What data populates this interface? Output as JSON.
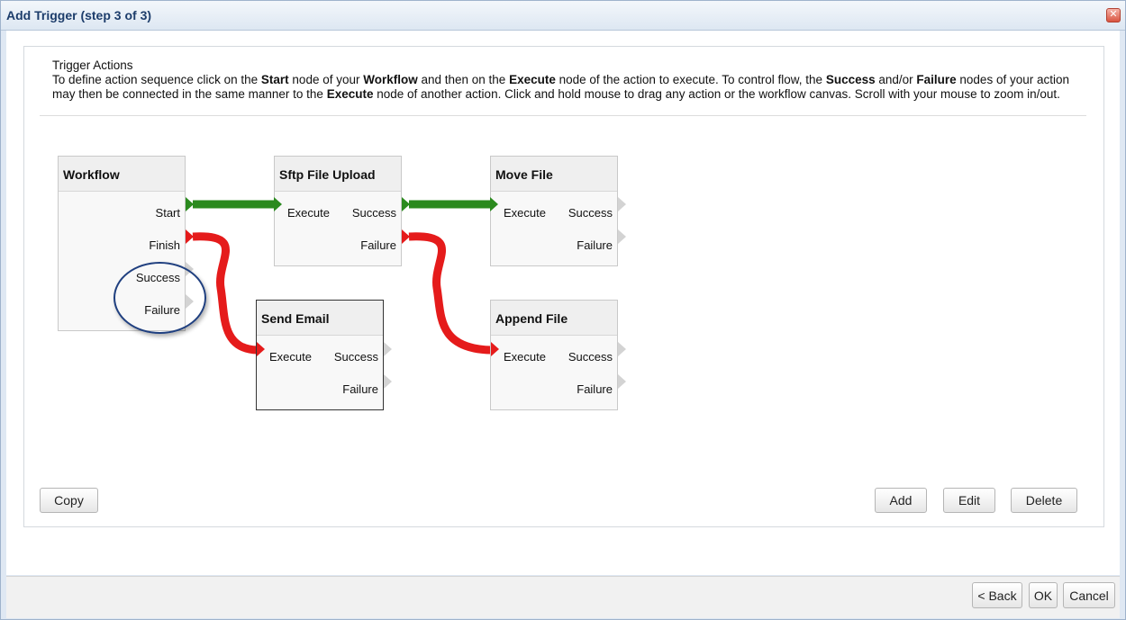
{
  "window": {
    "title": "Add Trigger (step 3 of 3)",
    "close_glyph": "✕"
  },
  "instructions": {
    "heading": "Trigger Actions",
    "p1": "To define action sequence click on the ",
    "b1": "Start",
    "p2": " node of your ",
    "b2": "Workflow",
    "p3": " and then on the ",
    "b3": "Execute",
    "p4": " node of the action to execute. To control flow, the ",
    "b4": "Success",
    "p5": " and/or ",
    "b5": "Failure",
    "p6": " nodes of your action may then be connected in the same manner to the ",
    "b6": "Execute",
    "p7": " node of another action. Click and hold mouse to drag any action or the workflow canvas. Scroll with your mouse to zoom in/out."
  },
  "nodes": {
    "workflow": {
      "title": "Workflow",
      "start": "Start",
      "finish": "Finish",
      "success": "Success",
      "failure": "Failure"
    },
    "sftp": {
      "title": "Sftp File Upload",
      "execute": "Execute",
      "success": "Success",
      "failure": "Failure"
    },
    "move": {
      "title": "Move File",
      "execute": "Execute",
      "success": "Success",
      "failure": "Failure"
    },
    "email": {
      "title": "Send Email",
      "execute": "Execute",
      "success": "Success",
      "failure": "Failure"
    },
    "append": {
      "title": "Append File",
      "execute": "Execute",
      "success": "Success",
      "failure": "Failure"
    }
  },
  "toolbar": {
    "copy": "Copy",
    "add": "Add",
    "edit": "Edit",
    "delete": "Delete"
  },
  "footer": {
    "back": "< Back",
    "ok": "OK",
    "cancel": "Cancel"
  },
  "colors": {
    "success_wire": "#2b8a1e",
    "failure_wire": "#e51b1b",
    "annotation_circle": "#1f3f7f"
  }
}
